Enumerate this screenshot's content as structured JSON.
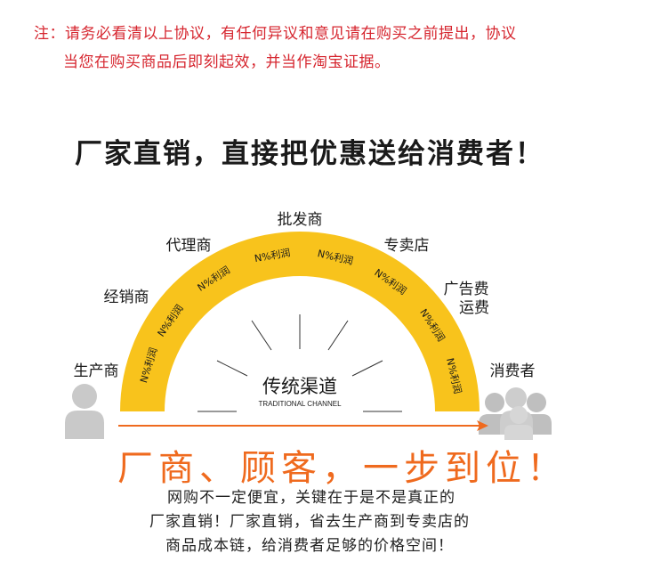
{
  "notice": {
    "line1": "注：请务必看清以上协议，有任何异议和意见请在购买之前提出，协议",
    "line2": "当您在购买商品后即刻起效，并当作淘宝证据。"
  },
  "headline": "厂家直销，直接把优惠送给消费者！",
  "diagram": {
    "arc_color": "#f8c31c",
    "producer_label": "生产商",
    "consumer_label": "消费者",
    "channels": [
      "经销商",
      "代理商",
      "批发商",
      "专卖店",
      "广告费",
      "运费"
    ],
    "profit_label": "N%利润",
    "center_title": "传统渠道",
    "center_subtitle": "TRADITIONAL CHANNEL",
    "arrow_color": "#ef6a1e",
    "person_color": "#c9c9c9"
  },
  "slogan": "厂商、顾客，一步到位！",
  "body": [
    "网购不一定便宜，关键在于是不是真正的",
    "厂家直销！厂家直销，省去生产商到专卖店的",
    "商品成本链，给消费者足够的价格空间！"
  ]
}
